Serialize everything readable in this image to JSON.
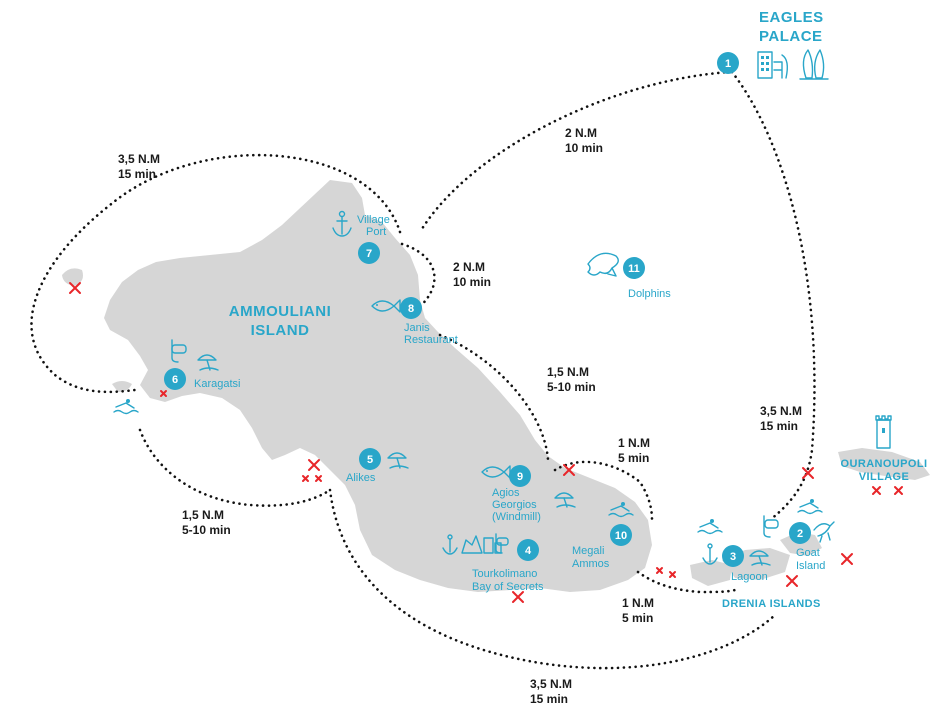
{
  "hotel": {
    "line1": "EAGLES",
    "line2": "PALACE"
  },
  "island_name": {
    "line1": "AMMOULIANI",
    "line2": "ISLAND"
  },
  "ouranoupoli": {
    "line1": "OURANOUPOLI",
    "line2": "VILLAGE"
  },
  "drenia": "DRENIA ISLANDS",
  "stops": [
    {
      "n": "1",
      "label": []
    },
    {
      "n": "2",
      "label": [
        "Goat",
        "Island"
      ]
    },
    {
      "n": "3",
      "label": [
        "Lagoon"
      ]
    },
    {
      "n": "4",
      "label": [
        "Tourkolimano",
        "Bay of Secrets"
      ]
    },
    {
      "n": "5",
      "label": [
        "Alikes"
      ]
    },
    {
      "n": "6",
      "label": [
        "Karagatsi"
      ]
    },
    {
      "n": "7",
      "label": [
        "Village",
        "Port"
      ]
    },
    {
      "n": "8",
      "label": [
        "Janis",
        "Restaurant"
      ]
    },
    {
      "n": "9",
      "label": [
        "Agios",
        "Georgios",
        "(Windmill)"
      ]
    },
    {
      "n": "10",
      "label": [
        "Megali",
        "Ammos"
      ]
    },
    {
      "n": "11",
      "label": [
        "Dolphins"
      ]
    }
  ],
  "distances": [
    {
      "dist": "3,5 N.M",
      "time": "15 min"
    },
    {
      "dist": "2 N.M",
      "time": "10 min"
    },
    {
      "dist": "2 N.M",
      "time": "10 min"
    },
    {
      "dist": "1,5 N.M",
      "time": "5-10 min"
    },
    {
      "dist": "3,5 N.M",
      "time": "15 min"
    },
    {
      "dist": "1 N.M",
      "time": "5 min"
    },
    {
      "dist": "1,5 N.M",
      "time": "5-10 min"
    },
    {
      "dist": "1 N.M",
      "time": "5 min"
    },
    {
      "dist": "3,5 N.M",
      "time": "15 min"
    }
  ],
  "colors": {
    "accent": "#29a6c9",
    "island": "#d6d6d6",
    "route": "#111111",
    "marker": "#e8262a"
  }
}
